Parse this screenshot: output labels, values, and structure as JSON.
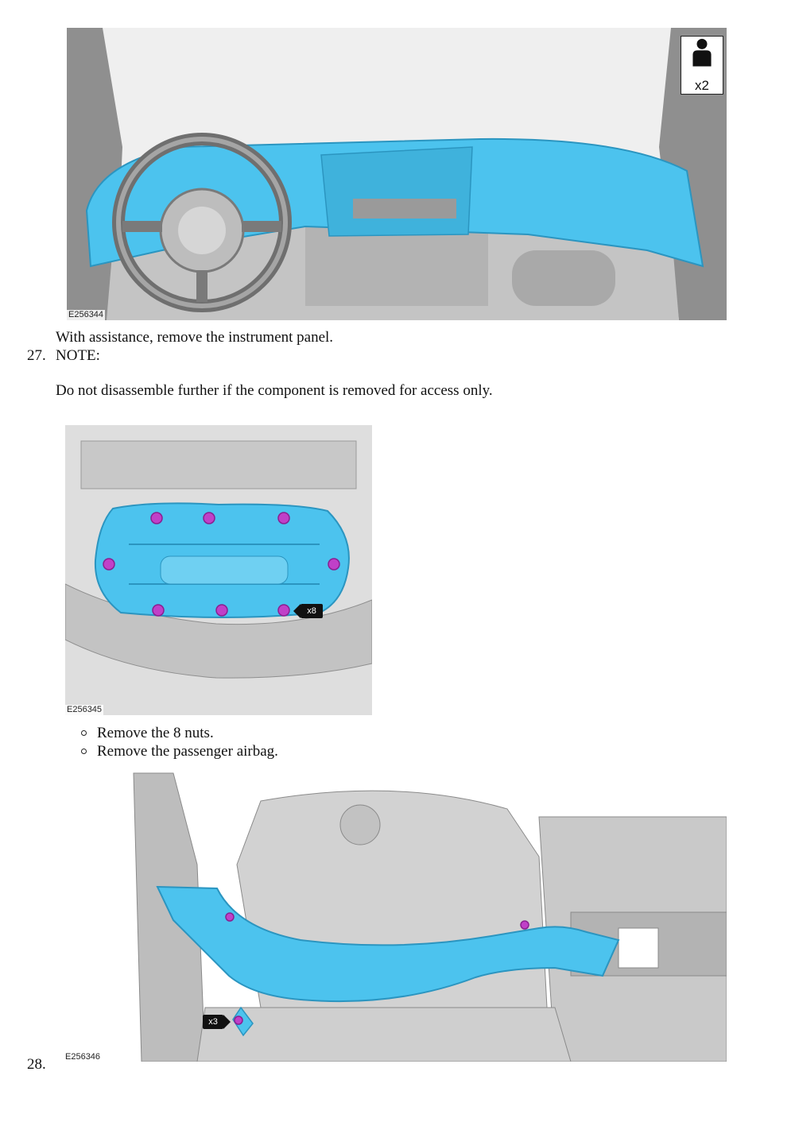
{
  "figures": [
    {
      "id": "E256344",
      "persons_badge": "x2"
    },
    {
      "id": "E256345",
      "callout": "x8"
    },
    {
      "id": "E256346",
      "callout": "x3"
    }
  ],
  "text": {
    "step26_line": "With assistance, remove the instrument panel.",
    "step27_number": "27.",
    "step27_note": "NOTE:",
    "step27_note_text": "Do not disassemble further if the component is removed for access only.",
    "bullets": [
      "Remove the 8 nuts.",
      "Remove the passenger airbag."
    ],
    "step28_number": "28."
  },
  "colors": {
    "highlight": "#4cc3ee",
    "fastener": "#c040c8",
    "structure": "#b9b9b9"
  }
}
